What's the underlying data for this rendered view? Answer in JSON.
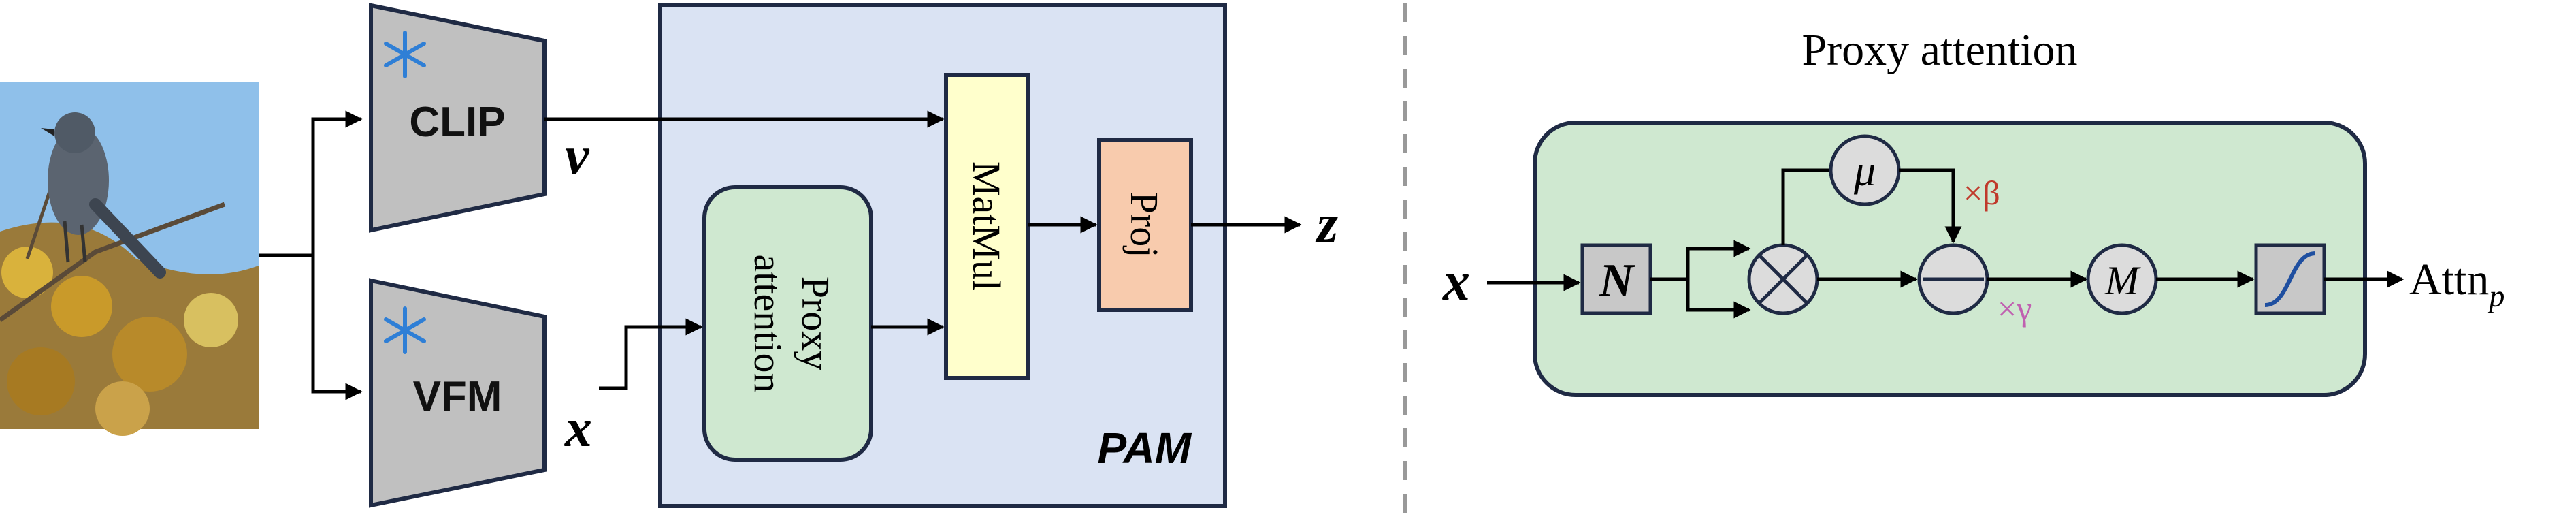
{
  "left_panel": {
    "clip_label": "CLIP",
    "vfm_label": "VFM",
    "v_symbol": "v",
    "x_symbol": "x",
    "z_symbol": "z",
    "pam_label": "PAM",
    "proxy_attention_line1": "Proxy",
    "proxy_attention_line2": "attention",
    "matmul_label": "MatMul",
    "proj_label": "Proj"
  },
  "right_panel": {
    "title": "Proxy attention",
    "x_symbol": "x",
    "n_label": "N",
    "mu_label": "μ",
    "times_beta": "×β",
    "times_gamma": "×γ",
    "m_label": "M",
    "output_label": "Attn",
    "output_subscript": "p"
  },
  "colors": {
    "pam_fill": "#dae3f3",
    "proxy_fill": "#cfe8d0",
    "matmul_fill": "#ffffcc",
    "proj_fill": "#f8cbad",
    "encoder_fill": "#c0c0c0",
    "snowflake": "#2f7fd6",
    "beta_color": "#c0392b",
    "gamma_color": "#c060b0",
    "sky": "#8fc0ea"
  },
  "icons": {
    "frozen": "snowflake-icon",
    "image": "bird-photo"
  }
}
